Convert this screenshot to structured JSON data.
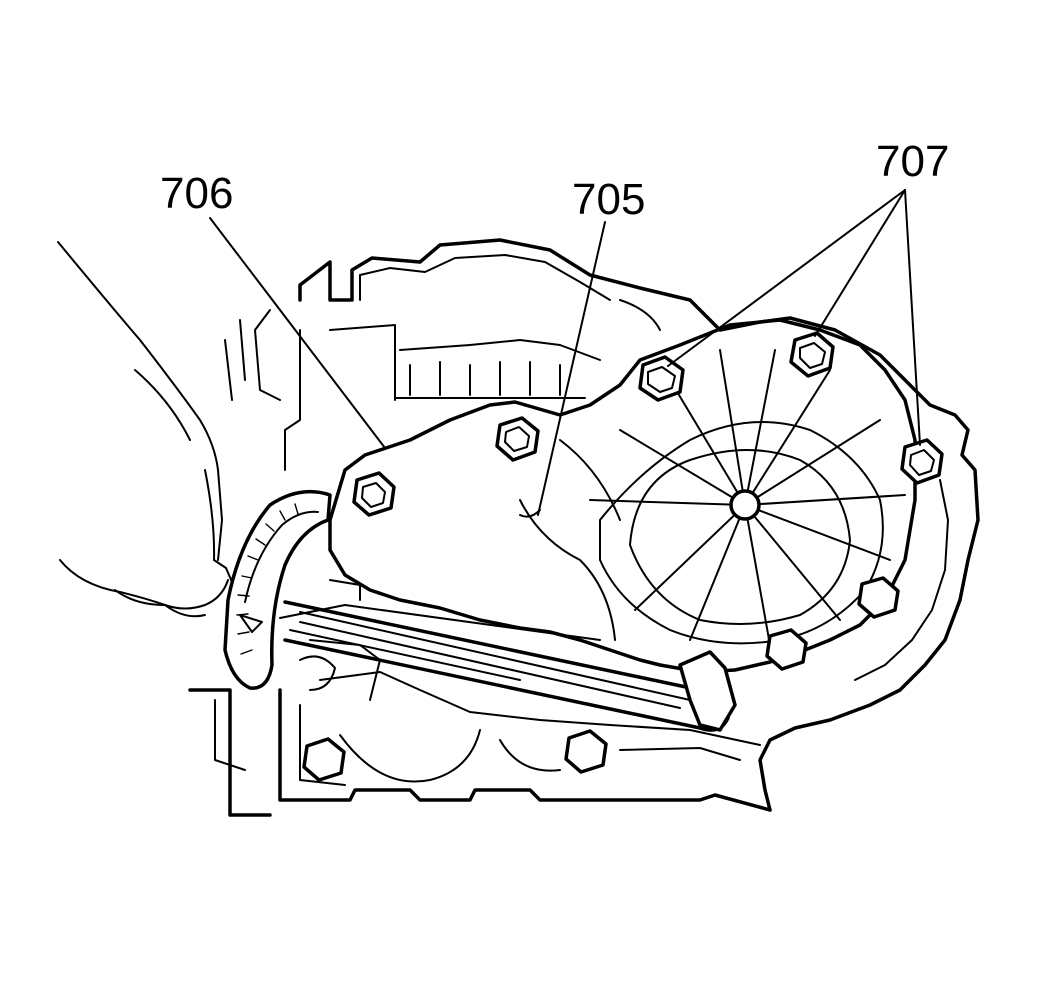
{
  "callouts": {
    "cover": "705",
    "wrench": "706",
    "bolts": "707"
  },
  "colors": {
    "ink": "#000000",
    "paper": "#ffffff"
  }
}
